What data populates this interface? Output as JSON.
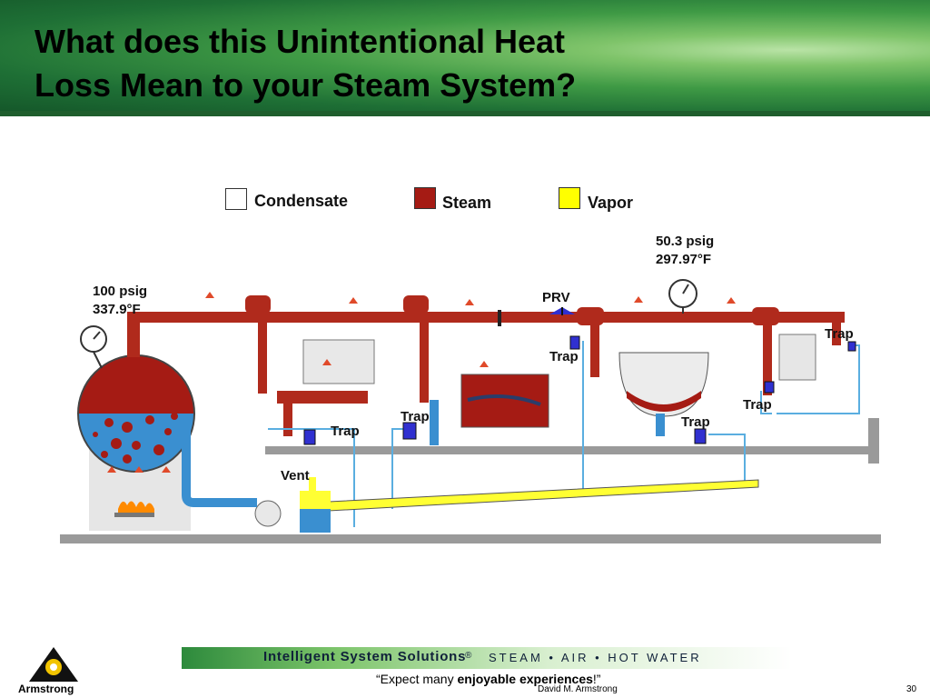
{
  "title": {
    "line1": "What does this Unintentional Heat",
    "line2": "Loss Mean to your Steam System?"
  },
  "legend": [
    {
      "label": "Condensate",
      "color": "#ffffff"
    },
    {
      "label": "Steam",
      "color": "#a51b14"
    },
    {
      "label": "Vapor",
      "color": "#ffff00"
    }
  ],
  "diagram": {
    "boiler_pressure": "100 psig",
    "boiler_temp": "337.9°F",
    "low_pressure": "50.3 psig",
    "low_temp": "297.97°F",
    "prv_label": "PRV",
    "vent_label": "Vent",
    "trap_label": "Trap",
    "colors": {
      "steam": "#b02a1c",
      "condensate_water": "#3a8fd0",
      "vapor": "#ffff33",
      "floor": "#9a9a9a"
    }
  },
  "footer": {
    "main": "Intelligent System Solutions",
    "reg": "®",
    "sub": "STEAM • AIR • HOT WATER",
    "quote_pre": "“Expect many ",
    "quote_bold": "enjoyable experiences",
    "quote_post": "!”",
    "author": "David M. Armstrong",
    "page": "30",
    "brand": "Armstrong"
  }
}
